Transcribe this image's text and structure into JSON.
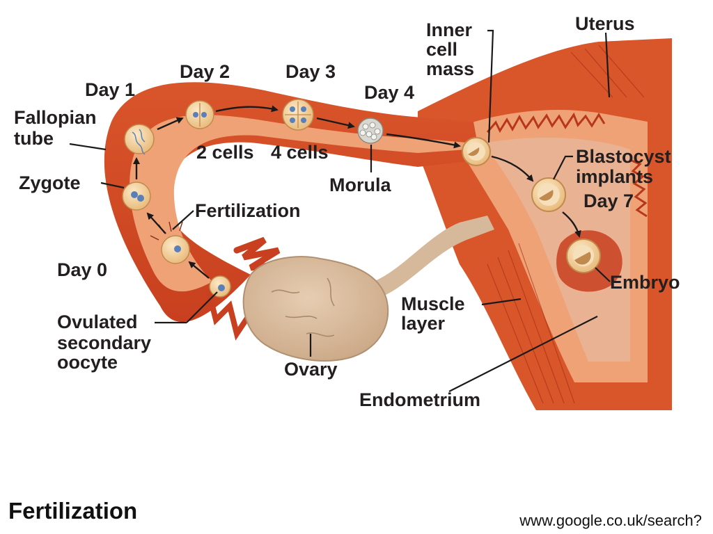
{
  "diagram": {
    "labels": {
      "day1": "Day 1",
      "day2": "Day 2",
      "day3": "Day 3",
      "day4": "Day 4",
      "day0": "Day 0",
      "day7": "Day 7",
      "fallopian_1": "Fallopian",
      "fallopian_2": "tube",
      "zygote": "Zygote",
      "two_cells": "2 cells",
      "four_cells": "4 cells",
      "morula": "Morula",
      "fertilization": "Fertilization",
      "inner_1": "Inner",
      "inner_2": "cell",
      "inner_3": "mass",
      "uterus": "Uterus",
      "blastocyst_1": "Blastocyst",
      "blastocyst_2": "implants",
      "embryo": "Embryo",
      "muscle_1": "Muscle",
      "muscle_2": "layer",
      "ovulated_1": "Ovulated",
      "ovulated_2": "secondary",
      "ovulated_3": "oocyte",
      "ovary": "Ovary",
      "endometrium": "Endometrium"
    },
    "colors": {
      "tissue_dark": "#c8401f",
      "tissue_mid": "#e06a3a",
      "tissue_light": "#f0a277",
      "lumen": "#e8b596",
      "ovary": "#d6b89a",
      "cell": "#f2d29c",
      "nucleus": "#5b7fb8"
    }
  },
  "slide": {
    "title": "Fertilization",
    "source": "www.google.co.uk/search?"
  }
}
